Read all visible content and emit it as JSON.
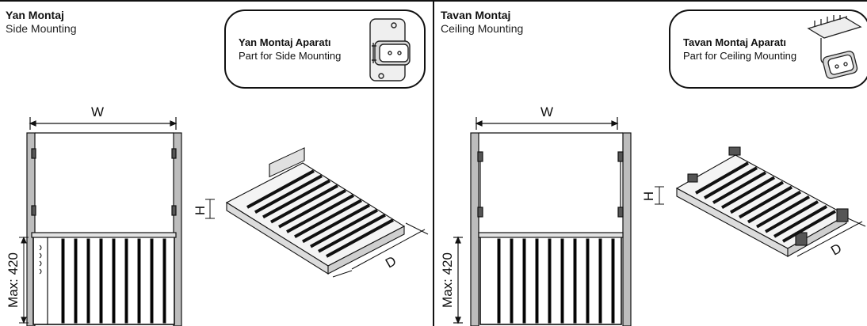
{
  "left": {
    "title_tr": "Yan Montaj",
    "title_en": "Side Mounting",
    "callout_tr": "Yan Montaj Aparatı",
    "callout_en": "Part for Side Mounting",
    "dim_w": "W",
    "dim_h": "H",
    "dim_d": "D",
    "dim_max": "Max: 420"
  },
  "right": {
    "title_tr": "Tavan Montaj",
    "title_en": "Ceiling Mounting",
    "callout_tr": "Tavan Montaj Aparatı",
    "callout_en": "Part for Ceiling Mounting",
    "dim_w": "W",
    "dim_h": "H",
    "dim_d": "D",
    "dim_max": "Max: 420"
  },
  "icons": [
    "side-mount-bracket-icon",
    "ceiling-mount-bracket-icon"
  ]
}
